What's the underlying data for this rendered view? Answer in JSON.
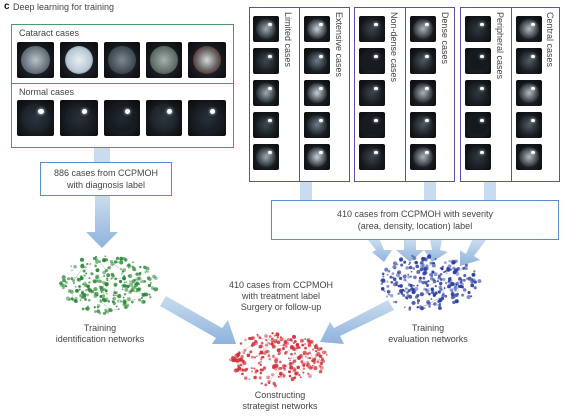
{
  "panel_letter": "c",
  "heading": "Deep learning for training",
  "cataract_label": "Cataract cases",
  "normal_label": "Normal cases",
  "severity_groups": [
    {
      "left": "Limited cases",
      "right": "Extensive cases"
    },
    {
      "left": "Non-dense cases",
      "right": "Dense cases"
    },
    {
      "left": "Peripheral cases",
      "right": "Central cases"
    }
  ],
  "diagnosis_box": [
    "886 cases from CCPMOH",
    "with diagnosis label"
  ],
  "severity_box": [
    "410 cases from CCPMOH with severity",
    "(area, density, location) label"
  ],
  "treatment_text": [
    "410 cases from CCPMOH",
    "with treatment label",
    "Surgery or follow-up"
  ],
  "captions": {
    "identification": [
      "Training",
      "identification networks"
    ],
    "evaluation": [
      "Training",
      "evaluation networks"
    ],
    "strategist": [
      "Constructing",
      "strategist networks"
    ]
  },
  "colors": {
    "green_frame": "#4a9a6a",
    "purple_frame": "#5b4fa8",
    "callout_frame": "#5a8ec8",
    "arrow_blue": "#8fb3dc",
    "brain_green": "#2f8a3a",
    "brain_blue": "#2a3ea0",
    "brain_red": "#d0323a"
  }
}
